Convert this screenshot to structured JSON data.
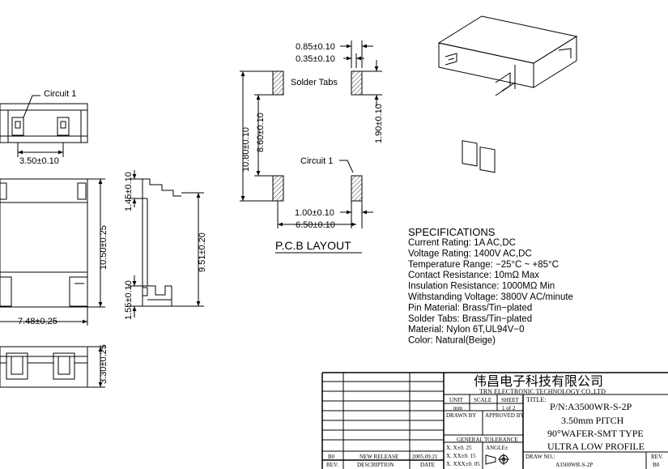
{
  "dims": {
    "pitch": "3.50±0.10",
    "width_left": "7.48±0.25",
    "height_side": "10.50±0.25",
    "height_bottom": "3.30±0.25",
    "dim_145": "1.45±0.10",
    "dim_155": "1.55±0.10",
    "dim_951": "9.51±0.20"
  },
  "labels": {
    "circuit_top": "Circuit 1"
  },
  "pcb": {
    "title": "P.C.B  LAYOUT",
    "solder_tabs": "Solder Tabs",
    "circuit": "Circuit 1",
    "d_085": "0.85±0.10",
    "d_035": "0.35±0.10",
    "d_1080": "10.80±0.10",
    "d_860": "8.60±0.10",
    "d_190": "1.90±0.10",
    "d_100": "1.00±0.10",
    "d_650": "6.50±0.10"
  },
  "specs": {
    "heading": "SPECIFICATIONS",
    "lines": [
      "Current Rating: 1A AC,DC",
      "Voltage Rating: 1400V AC,DC",
      "Temperature Range: −25°C ~ +85°C",
      "Contact Resistance: 10mΩ Max",
      "Insulation Resistance: 1000MΩ Min",
      "Withstanding Voltage: 3800V AC/minute",
      "Pin Material: Brass/Tin−plated",
      "Solder Tabs: Brass/Tin−plated",
      "Material: Nylon 6T,UL94V−0",
      "Color: Natural(Beige)"
    ]
  },
  "titleblock": {
    "company_cn": "伟昌电子科技有限公司",
    "company_en": "TRN ELECTRONIC TECHNOLOGY CO.,LTD",
    "unit_label": "UNIT",
    "unit_value": "mm",
    "scale_label": "SCALE",
    "sheet_label": "SHEET",
    "sheet_value": "1 of 2",
    "drawn_by": "DRAWN BY",
    "approved_by": "APPROVED BY",
    "general_tolerance": "GENERAL TOLERANCE",
    "tol1": "X. X±0. 25",
    "tol2": "X. XX±0. 15",
    "tol3": "X. XXX±0. 05",
    "angle": "ANGLE±",
    "title_label": "TITLE:",
    "title_pn": "P/N:A3500WR-S-2P",
    "title_l2": "3.50mm PITCH",
    "title_l3": "90°WAFER-SMT TYPE",
    "title_l4": "ULTRA LOW PROFILE",
    "drawno_label": "DRAW NO.:",
    "drawno_value": "A3500WR-S-2P",
    "rev_label": "REV.",
    "rev_value": "B0",
    "rev_col": "REV.",
    "desc_col": "DESCRIPTION",
    "date_col": "DATE",
    "row_rev": "B0",
    "row_desc": "NEW RELEASE",
    "row_date": "2005.09.21"
  }
}
